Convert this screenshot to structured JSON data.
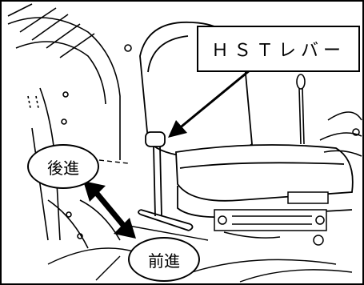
{
  "labels": {
    "hst_lever": "ＨＳＴレバー",
    "reverse": "後進",
    "forward": "前進"
  },
  "colors": {
    "line": "#000000",
    "background": "#ffffff"
  },
  "icons": {
    "direction_arrow": "double-headed-arrow-icon",
    "pointer_arrow": "pointer-arrow-icon"
  }
}
